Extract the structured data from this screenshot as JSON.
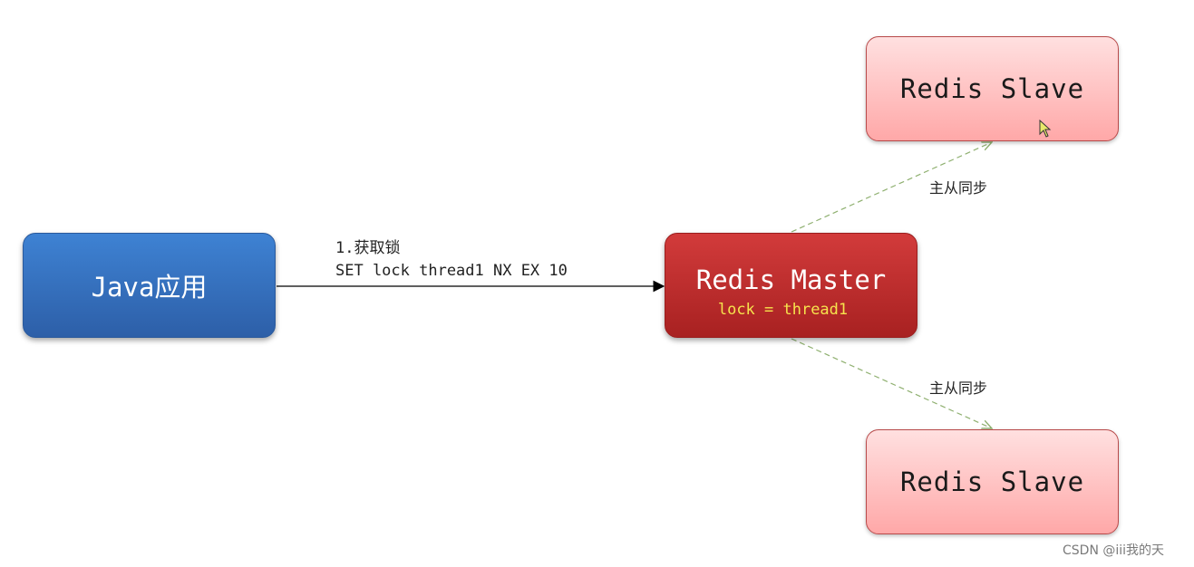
{
  "nodes": {
    "java": {
      "label": "Java应用"
    },
    "master": {
      "label": "Redis Master",
      "sub": "lock = thread1"
    },
    "slave_top": {
      "label": "Redis Slave"
    },
    "slave_bottom": {
      "label": "Redis Slave"
    }
  },
  "edges": {
    "acquire": {
      "line1": "1.获取锁",
      "line2": "SET lock thread1 NX EX 10"
    },
    "sync_top": {
      "label": "主从同步"
    },
    "sync_bottom": {
      "label": "主从同步"
    }
  },
  "watermark": "CSDN @iii我的天",
  "colors": {
    "java": "#3a76c8",
    "master": "#c62f2f",
    "slave": "#ffc4c4",
    "sync_line": "#8fb070",
    "lock_text": "#f6e34d"
  },
  "icons": {
    "cursor": "mouse-pointer-icon"
  }
}
